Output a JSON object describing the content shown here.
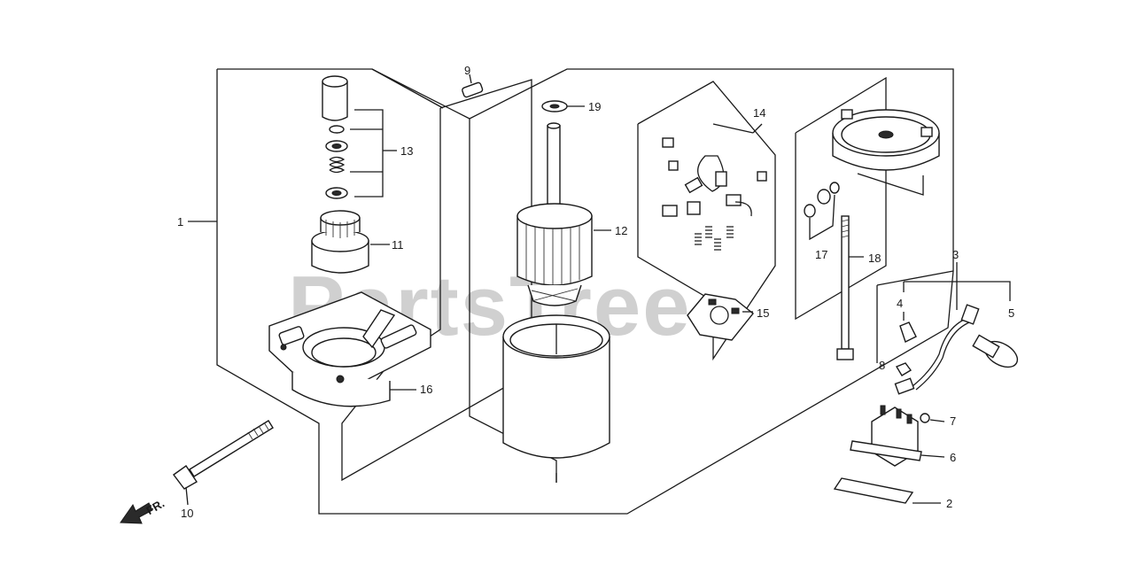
{
  "watermark": "PartsTree",
  "direction_label": "FR.",
  "callouts": [
    {
      "id": "c1",
      "text": "1"
    },
    {
      "id": "c2",
      "text": "2"
    },
    {
      "id": "c3",
      "text": "3"
    },
    {
      "id": "c4",
      "text": "4"
    },
    {
      "id": "c5",
      "text": "5"
    },
    {
      "id": "c6",
      "text": "6"
    },
    {
      "id": "c7",
      "text": "7"
    },
    {
      "id": "c8",
      "text": "8"
    },
    {
      "id": "c9",
      "text": "9"
    },
    {
      "id": "c10",
      "text": "10"
    },
    {
      "id": "c11",
      "text": "11"
    },
    {
      "id": "c12",
      "text": "12"
    },
    {
      "id": "c13",
      "text": "13"
    },
    {
      "id": "c14",
      "text": "14"
    },
    {
      "id": "c15",
      "text": "15"
    },
    {
      "id": "c16",
      "text": "16"
    },
    {
      "id": "c17",
      "text": "17"
    },
    {
      "id": "c18",
      "text": "18"
    },
    {
      "id": "c19",
      "text": "19"
    }
  ],
  "colors": {
    "ink": "#1a1a1a",
    "watermark": "#c8c8c8",
    "background": "#ffffff"
  }
}
